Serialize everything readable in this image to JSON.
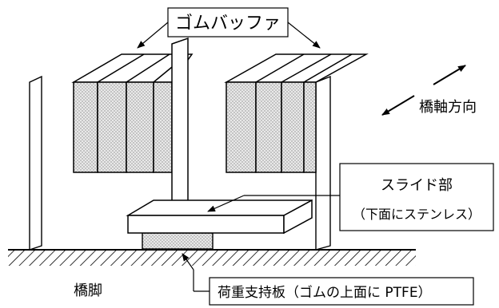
{
  "labels": {
    "rubber_buffer": "ゴムバッファ",
    "bridge_axis_direction": "橋軸方向",
    "slide_part": "スライド部",
    "slide_part_note": "（下面にステンレス）",
    "pier": "橋脚",
    "load_support_plate": "荷重支持板（ゴムの上面に PTFE）"
  }
}
